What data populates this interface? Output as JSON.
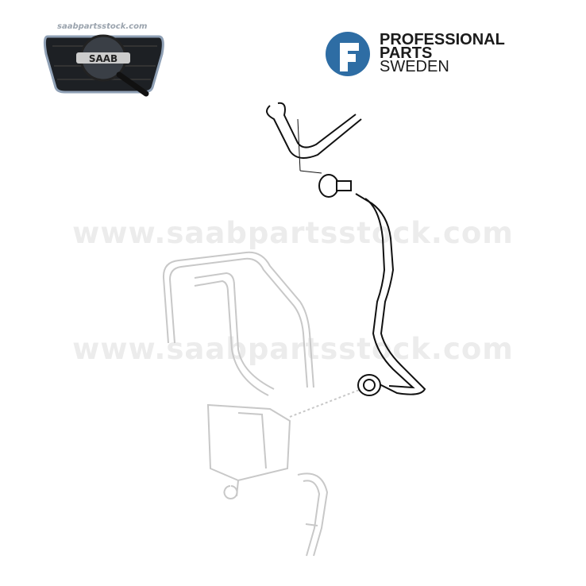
{
  "logos": {
    "left": {
      "site": "saabpartsstock.com",
      "badge": "SAAB"
    },
    "right": {
      "line1": "PROFESSIONAL",
      "line2": "PARTS",
      "line3": "SWEDEN",
      "brand_color": "#2e6da4"
    }
  },
  "watermark": {
    "text": "www.saabpartsstock.com"
  }
}
